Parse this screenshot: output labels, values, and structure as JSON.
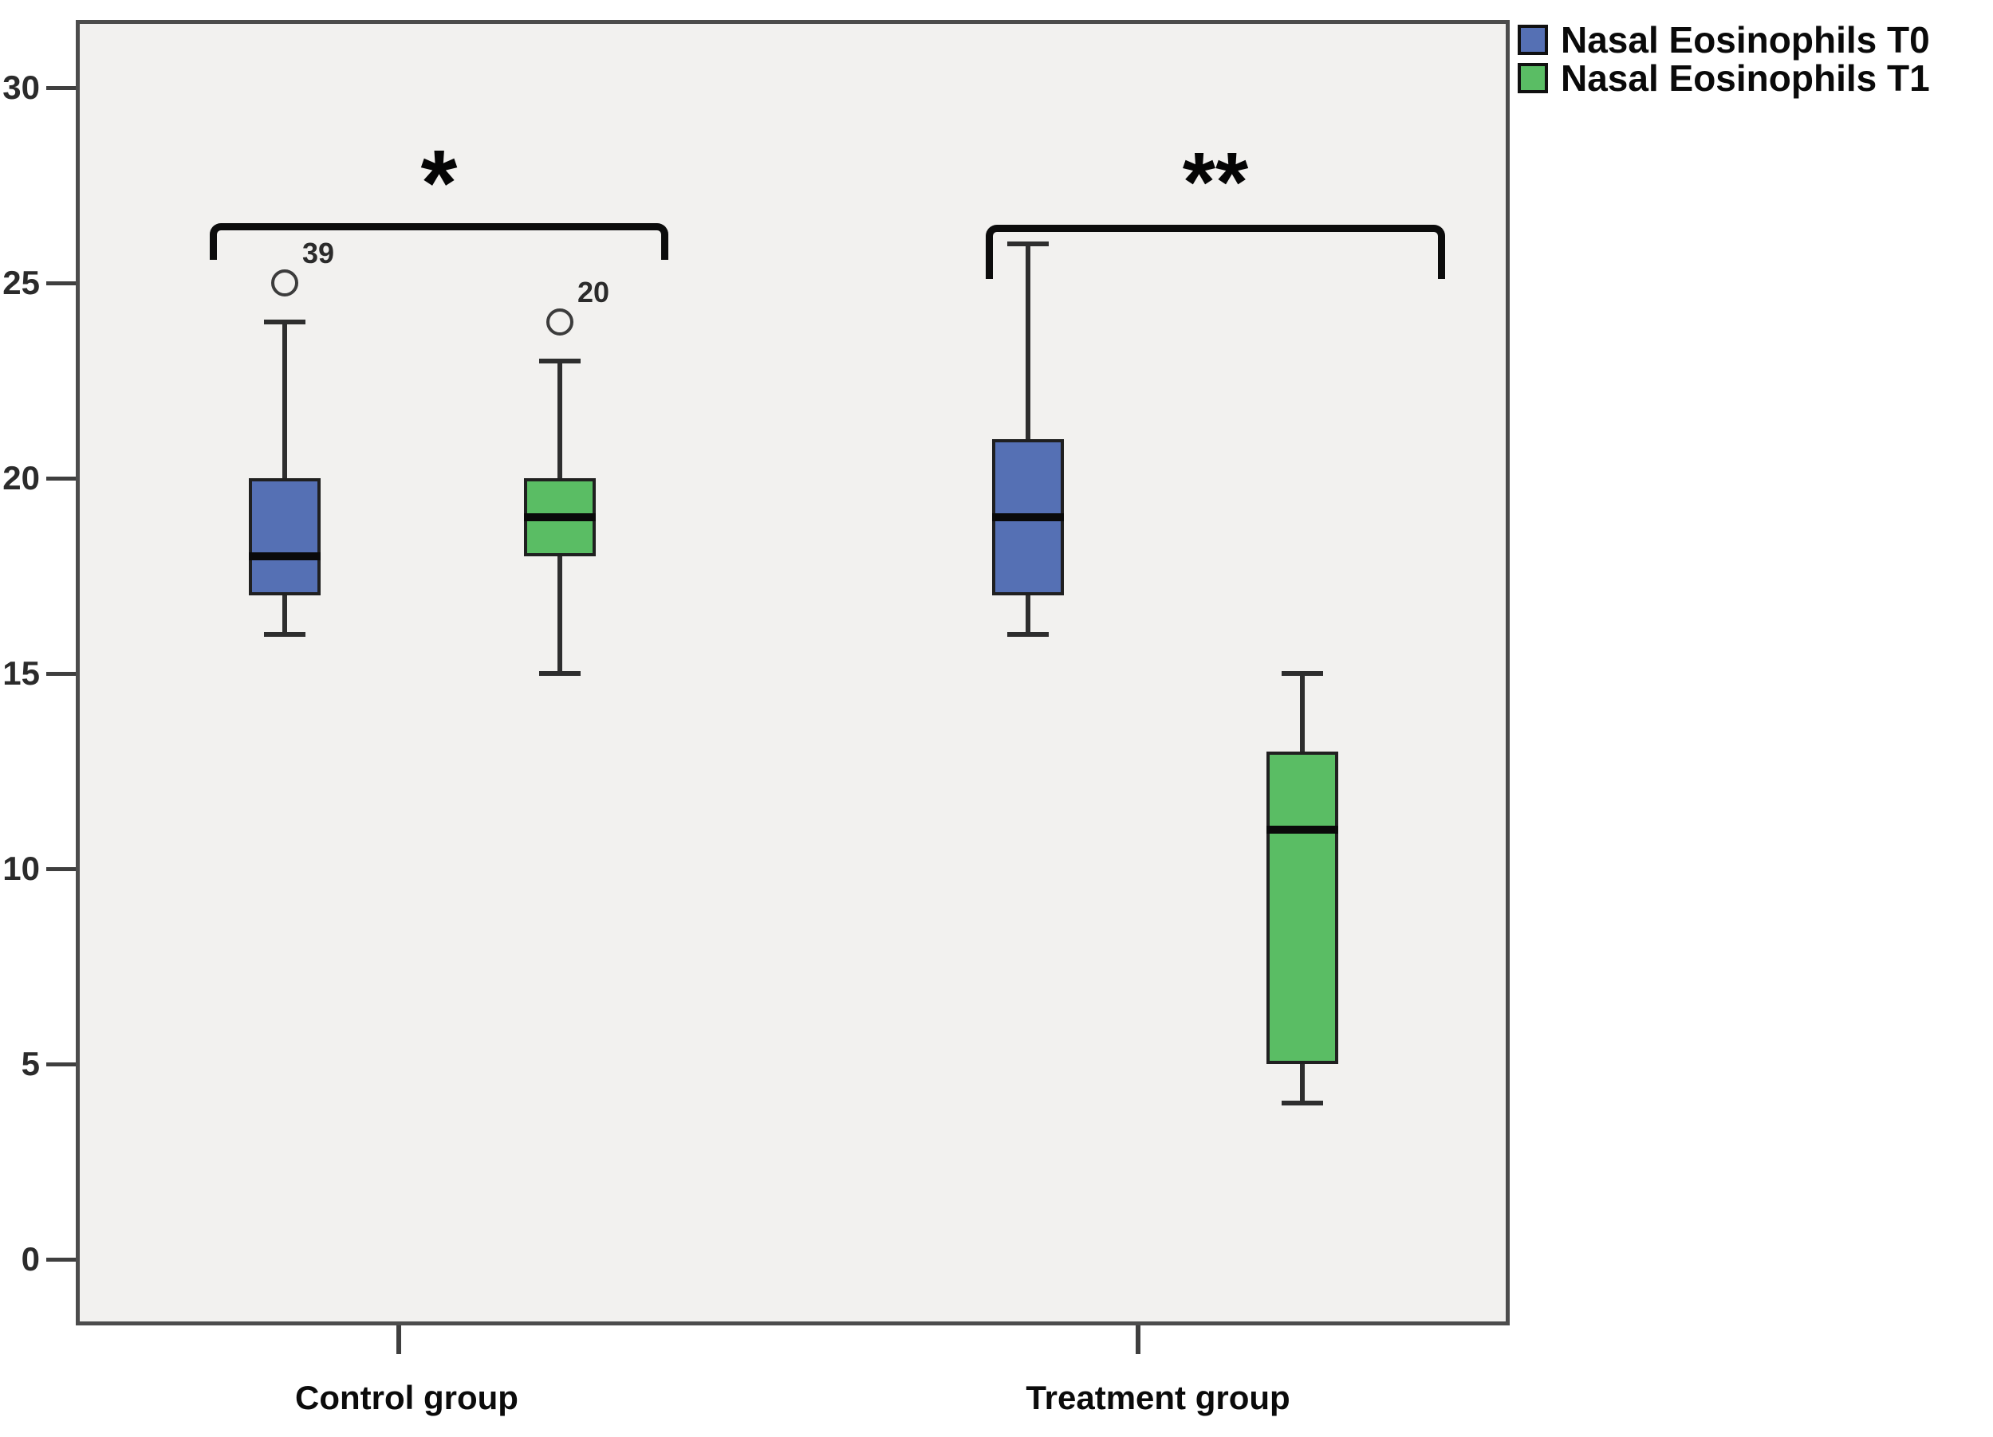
{
  "chart_data": {
    "type": "boxplot",
    "title": "",
    "categories": [
      "Control group",
      "Treatment group"
    ],
    "legend": [
      "Nasal Eosinophils T0",
      "Nasal Eosinophils T1"
    ],
    "legend_position": "top-right",
    "ylim": [
      0,
      30
    ],
    "yticks": [
      0,
      5,
      10,
      15,
      20,
      25,
      30
    ],
    "grid": false,
    "series": [
      {
        "name": "Nasal Eosinophils T0",
        "color": "#5570b4"
      },
      {
        "name": "Nasal Eosinophils T1",
        "color": "#5abd64"
      }
    ],
    "boxes": [
      {
        "group": "Control group",
        "series": "Nasal Eosinophils T0",
        "min": 16,
        "q1": 17,
        "median": 18,
        "q3": 20,
        "max": 24,
        "outliers": [
          {
            "value": 25,
            "label": "39"
          }
        ]
      },
      {
        "group": "Control group",
        "series": "Nasal Eosinophils T1",
        "min": 15,
        "q1": 18,
        "median": 19,
        "q3": 20,
        "max": 23,
        "outliers": [
          {
            "value": 24,
            "label": "20"
          }
        ]
      },
      {
        "group": "Treatment group",
        "series": "Nasal Eosinophils T0",
        "min": 16,
        "q1": 17,
        "median": 19,
        "q3": 21,
        "max": 26,
        "outliers": []
      },
      {
        "group": "Treatment group",
        "series": "Nasal Eosinophils T1",
        "min": 4,
        "q1": 5,
        "median": 11,
        "q3": 13,
        "max": 15,
        "outliers": []
      }
    ],
    "annotations": [
      {
        "label": "*",
        "spans_group": "Control group"
      },
      {
        "label": "**",
        "spans_group": "Treatment group"
      }
    ]
  },
  "colors": {
    "plot_bg": "#f2f1ef",
    "plot_border": "#4c4c4c",
    "axis": "#3f3f3f",
    "box_border": "#202020",
    "median": "#0a0a0a",
    "whisker": "#2e2e2e",
    "outlier_stroke": "#3c3c3c",
    "bracket": "#0c0c0c",
    "tick_label": "#2b2b2b"
  }
}
